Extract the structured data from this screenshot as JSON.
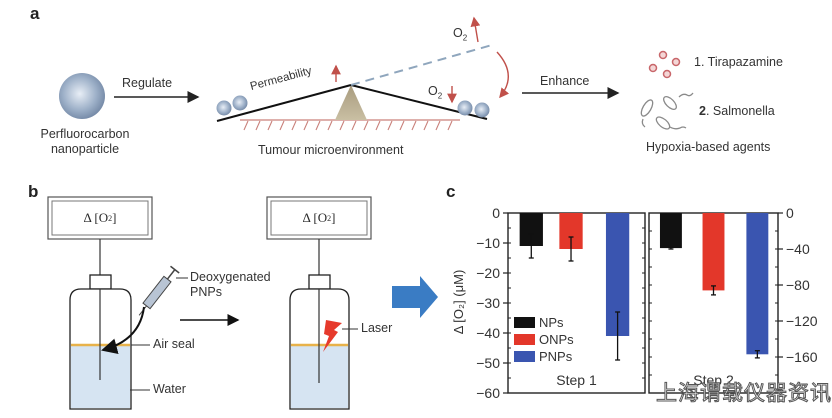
{
  "panel_a": {
    "label": "a",
    "nanoparticle_label_1": "Perfluorocarbon",
    "nanoparticle_label_2": "nanoparticle",
    "regulate": "Regulate",
    "permeability": "Permeability",
    "o2_top": "O",
    "o2_bottom": "O",
    "o2_sub": "2",
    "tumour": "Tumour microenvironment",
    "enhance": "Enhance",
    "agent_1": "1. Tirapazamine",
    "agent_2_num": "2",
    "agent_2_text": ". Salmonella",
    "agents_caption": "Hypoxia-based agents"
  },
  "panel_b": {
    "label": "b",
    "meter_1": "Δ [O",
    "meter_2": "Δ [O",
    "meter_sub": "2",
    "meter_close": "]",
    "deoxy_1": "Deoxygenated",
    "deoxy_2": "PNPs",
    "air_seal": "Air seal",
    "water": "Water",
    "laser": "Laser"
  },
  "panel_c": {
    "label": "c"
  },
  "watermark": "上海谓载仪器资讯",
  "colors": {
    "np": "#111111",
    "onp": "#e3372a",
    "pnp": "#3a55b0",
    "arrow_blue": "#3a7cc4",
    "seal": "#e8b24a",
    "water": "#d6e4f2",
    "hatch": "#c9807a"
  },
  "chart_data": [
    {
      "type": "bar",
      "title": "Step 1",
      "ylabel": "Δ [O2] (μM)",
      "ylim": [
        -60,
        0
      ],
      "yticks": [
        0,
        -10,
        -20,
        -30,
        -40,
        -50,
        -60
      ],
      "categories": [
        "NPs",
        "ONPs",
        "PNPs"
      ],
      "values": [
        -11,
        -12,
        -41
      ],
      "errors": [
        4,
        4,
        8
      ],
      "legend": [
        "NPs",
        "ONPs",
        "PNPs"
      ],
      "legend_position": "lower-left"
    },
    {
      "type": "bar",
      "title": "Step 2",
      "ylim": [
        -200,
        0
      ],
      "yticks": [
        0,
        -40,
        -80,
        -120,
        -160
      ],
      "categories": [
        "NPs",
        "ONPs",
        "PNPs"
      ],
      "values": [
        -39,
        -86,
        -157
      ],
      "errors": [
        1,
        5,
        4
      ],
      "axis_side": "right"
    }
  ]
}
